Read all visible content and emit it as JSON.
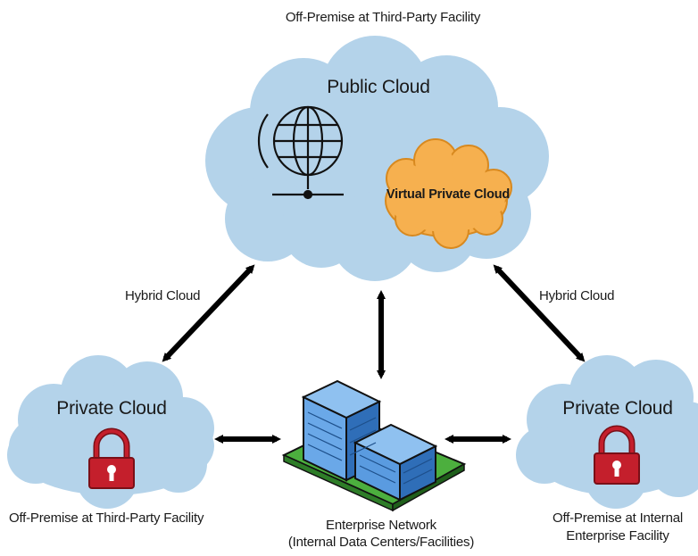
{
  "public_cloud": {
    "top_caption": "Off-Premise at Third-Party Facility",
    "title": "Public Cloud",
    "vpc_label": "Virtual Private Cloud",
    "globe_icon": "globe-network-icon"
  },
  "left_private_cloud": {
    "title": "Private Cloud",
    "caption": "Off-Premise at Third-Party Facility",
    "lock_icon": "padlock-icon"
  },
  "right_private_cloud": {
    "title": "Private Cloud",
    "caption_line1": "Off-Premise at Internal",
    "caption_line2": "Enterprise Facility",
    "lock_icon": "padlock-icon"
  },
  "enterprise": {
    "caption_line1": "Enterprise Network",
    "caption_line2": "(Internal Data Centers/Facilities)",
    "building_icon": "office-building-icon"
  },
  "connections": {
    "left_label": "Hybrid Cloud",
    "right_label": "Hybrid Cloud"
  },
  "colors": {
    "cloud": "#b4d3ea",
    "vpc": "#f6b04f",
    "vpc_stroke": "#d8891f",
    "lock": "#c41f2c",
    "building": "#4f8fd6",
    "grass": "#4caf3e"
  }
}
